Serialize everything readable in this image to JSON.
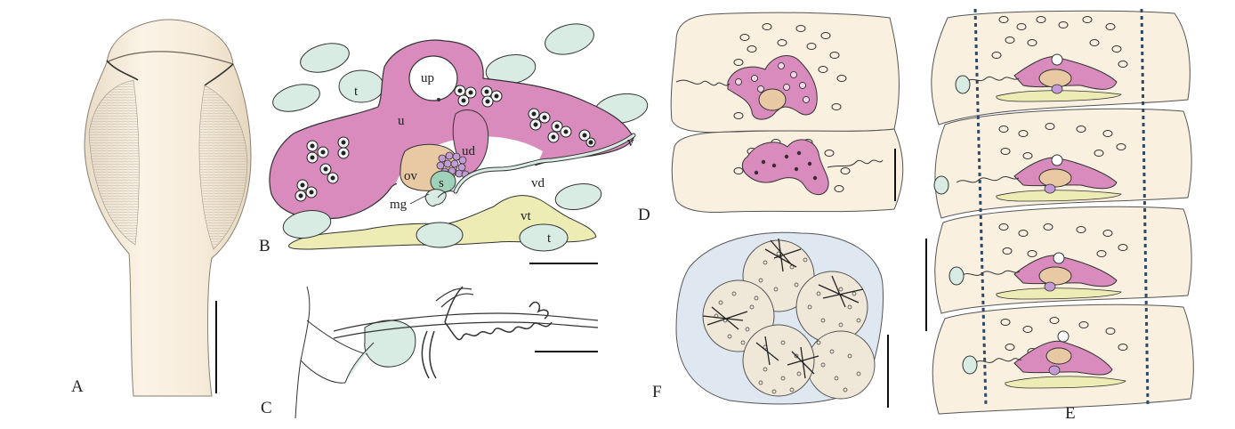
{
  "panels": {
    "A": {
      "label": "A"
    },
    "B": {
      "label": "B",
      "parts": {
        "up": "up",
        "t1": "t",
        "u": "u",
        "ud": "ud",
        "v": "v",
        "ov": "ov",
        "s": "s",
        "vd": "vd",
        "mg": "mg",
        "vt": "vt",
        "t2": "t"
      }
    },
    "C": {
      "label": "C"
    },
    "D": {
      "label": "D"
    },
    "E": {
      "label": "E"
    },
    "F": {
      "label": "F"
    }
  },
  "colors": {
    "pink": "#d98bbd",
    "tan": "#e8c9a3",
    "teal": "#d9ece4",
    "yellow": "#edecb4",
    "body": "#faf0e0",
    "cyst": "#dfe7f0"
  }
}
